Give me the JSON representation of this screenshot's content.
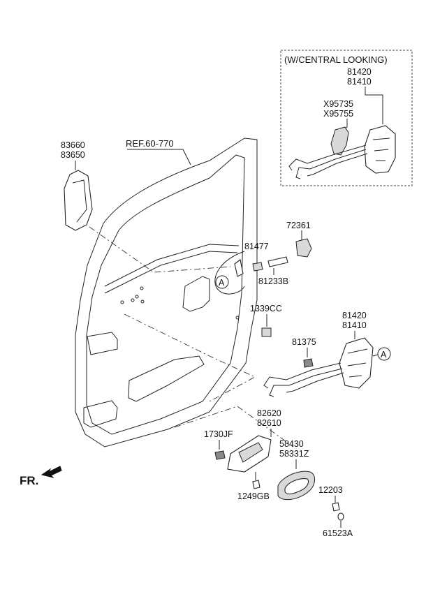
{
  "inset": {
    "title": "(W/CENTRAL LOOKING)",
    "part_a": "81420",
    "part_b": "81410",
    "part_c": "X95735",
    "part_d": "X95755"
  },
  "ref_label": "REF.60-770",
  "outside_handle": {
    "part_a": "83660",
    "part_b": "83650"
  },
  "parts": {
    "p72361": "72361",
    "p81477": "81477",
    "p81233B": "81233B",
    "p1339CC": "1339CC",
    "latch_a": "81420",
    "latch_b": "81410",
    "p81375": "81375",
    "inner_handle_a": "82620",
    "inner_handle_b": "82610",
    "p1730JF": "1730JF",
    "bezel_a": "58430",
    "bezel_b": "58331Z",
    "p12203": "12203",
    "p1249GB": "1249GB",
    "p61523A": "61523A"
  },
  "callout": {
    "letter_left": "A",
    "letter_right": "A"
  },
  "direction": {
    "label": "FR."
  }
}
